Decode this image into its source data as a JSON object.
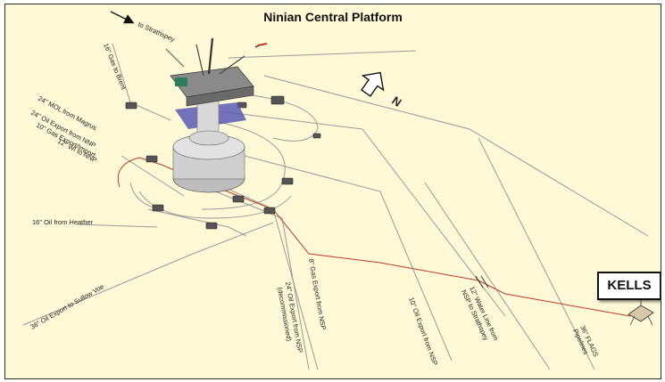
{
  "title": "Ninian Central Platform",
  "compass": {
    "north_label": "N"
  },
  "labels": {
    "to_strathspey": "to Strathspey",
    "gas_to_brent": "16\" Gas to Brent",
    "mol_from_magrus": "24\" MOL from Magrus",
    "oil_export_nnp": "24\" Oil Export from NNP",
    "gas_export_import": "10\" Gas Export/Import",
    "wi_to_nnp": "12\" WI to NNP",
    "oil_from_heather": "16\" Oil from Heather",
    "oil_export_sullow": "36\" Oil Export to Sullow Voe",
    "oil_export_nsp_line1": "24\" Oil Export from NSP",
    "oil_export_nsp_line2": "(decommissioned)",
    "gas_export_nsp": "8\" Gas Export from NSP",
    "oil_export_nsp_10": "10\" Oil Export from NSP",
    "water_line_line1": "12\" Water Line from",
    "water_line_line2": "NSP to Strathspey",
    "flags_line1": "36\" FLAGS",
    "flags_line2": "Pipelines"
  },
  "kells": {
    "label": "KELLS"
  },
  "colors": {
    "background": "#fdf9d6",
    "pipeline_gray": "#9a9a9a",
    "pipeline_red": "#c0392b",
    "platform_deck": "#5b5bb5"
  }
}
